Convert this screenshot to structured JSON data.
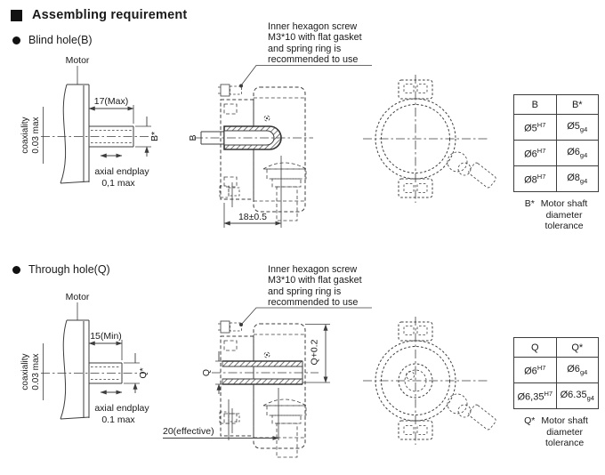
{
  "title": "Assembling requirement",
  "colors": {
    "line": "#3d3d3d",
    "text": "#1a1a1a"
  },
  "sections": {
    "blind": {
      "heading": "Blind hole(B)",
      "left": {
        "motor": "Motor",
        "length_dim": "17(Max)",
        "coaxiality_label": "coaxiality",
        "coaxiality_value": "0.03 max",
        "shaft_dia": "B*",
        "endplay_label": "axial endplay",
        "endplay_value": "0,1 max"
      },
      "middle": {
        "bore_label": "B",
        "depth_dim": "18±0.5"
      },
      "note": {
        "line1": "Inner hexagon screw",
        "line2": "M3*10 with flat gasket",
        "line3": "and spring ring is",
        "line4": "recommended to use"
      },
      "table": {
        "col1": "B",
        "col2": "B*",
        "rows": [
          {
            "c1": "Ø5",
            "c1sup": "H7",
            "c2": "Ø5",
            "c2sub": "g4"
          },
          {
            "c1": "Ø6",
            "c1sup": "H7",
            "c2": "Ø6",
            "c2sub": "g4"
          },
          {
            "c1": "Ø8",
            "c1sup": "H7",
            "c2": "Ø8",
            "c2sub": "g4"
          }
        ],
        "caption_prefix": "B*",
        "caption1": "Motor shaft",
        "caption2": "diameter",
        "caption3": "tolerance"
      }
    },
    "through": {
      "heading": "Through hole(Q)",
      "left": {
        "motor": "Motor",
        "length_dim": "15(Min)",
        "coaxiality_label": "coaxiality",
        "coaxiality_value": "0.03 max",
        "shaft_dia": "Q*",
        "endplay_label": "axial endplay",
        "endplay_value": "0.1 max"
      },
      "middle": {
        "bore_label": "Q",
        "fit_dim": "Q+0.2",
        "effective_dim": "20(effective)"
      },
      "note": {
        "line1": "Inner hexagon screw",
        "line2": "M3*10 with flat gasket",
        "line3": "and spring ring is",
        "line4": "recommended to use"
      },
      "table": {
        "col1": "Q",
        "col2": "Q*",
        "rows": [
          {
            "c1": "Ø6",
            "c1sup": "H7",
            "c2": "Ø6",
            "c2sub": "g4"
          },
          {
            "c1": "Ø6,35",
            "c1sup": "H7",
            "c2": "Ø6.35",
            "c2sub": "g4"
          }
        ],
        "caption_prefix": "Q*",
        "caption1": "Motor shaft",
        "caption2": "diameter",
        "caption3": "tolerance"
      }
    }
  }
}
